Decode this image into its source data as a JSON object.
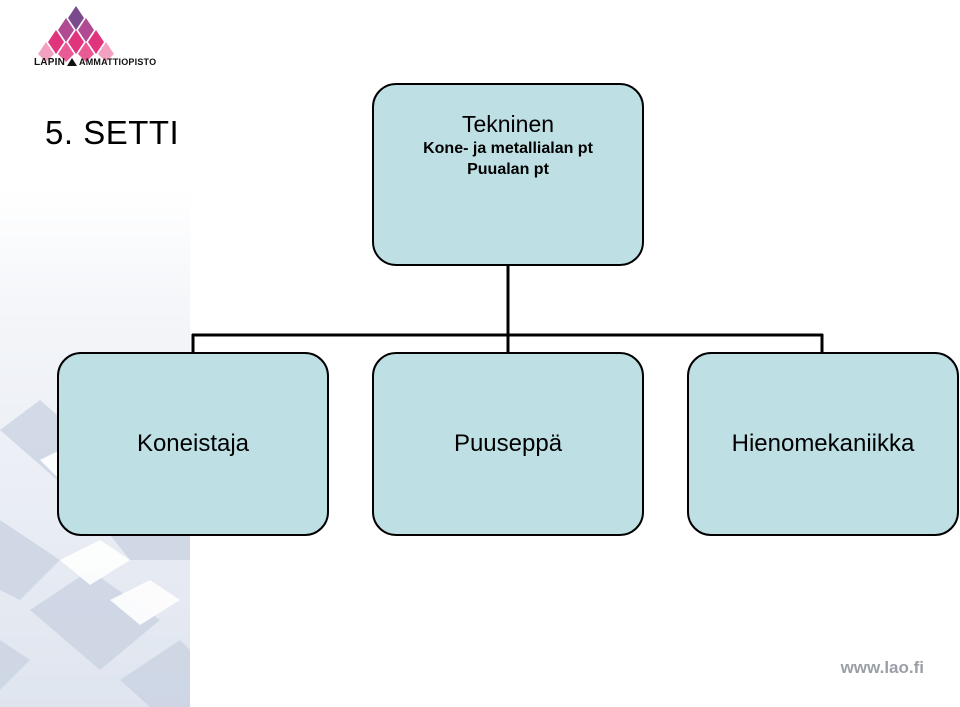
{
  "branding": {
    "logo_word_bold": "LAPIN",
    "logo_word_rest": "AMMATTIOPISTO",
    "website": "www.lao.fi"
  },
  "slide": {
    "title": "5. SETTI"
  },
  "diagram": {
    "root": {
      "title": "Tekninen",
      "lines": [
        "Kone- ja metallialan pt",
        "Puualan pt"
      ]
    },
    "children": [
      {
        "label": "Koneistaja"
      },
      {
        "label": "Puuseppä"
      },
      {
        "label": "Hienomekaniikka"
      }
    ],
    "colors": {
      "box_fill": "#bee0e4",
      "stroke": "#000000",
      "logo_pink": "#e0357d",
      "logo_purple": "#7a4a8c"
    }
  }
}
